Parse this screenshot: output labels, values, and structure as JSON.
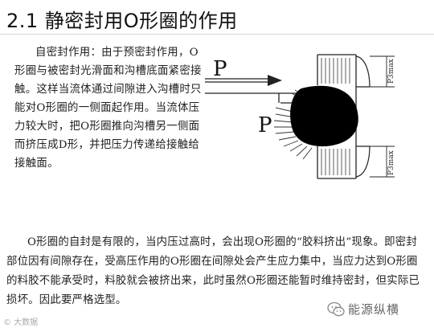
{
  "heading": {
    "title": "2.1 静密封用O形圈的作用"
  },
  "paragraph1": "自密封作用：由于预密封作用，O形圈与被密封光滑面和沟槽底面紧密接触。这样当流体通过间隙进入沟槽时只能对O形圈的一侧面起作用。当流体压力较大时，把O形圈推向沟槽另一侧面而挤压成D形，并把压力传递给接触给接触面。",
  "paragraph2": "O形圈的自封是有限的，当内压过高时，会出现O形圈的“胶料挤出”现象。即密封部位因有间隙存在，受高压作用的O形圈在间隙处会产生应力集中，当应力达到O形圈的料胶不能承受时，料胶就会被挤出来，此时虽然O形圈还能暂时维持密封，但实际已损坏。因此要严格选型。",
  "diagram": {
    "pressure_label_top": "P",
    "pressure_label_bottom": "P",
    "pmax_label_top": "P3max",
    "pmax_label_bottom": "P3max"
  },
  "watermark": {
    "left": "© 大数据",
    "right": "能源纵横"
  },
  "colors": {
    "ring_fill": "#000000",
    "line": "#222222"
  }
}
